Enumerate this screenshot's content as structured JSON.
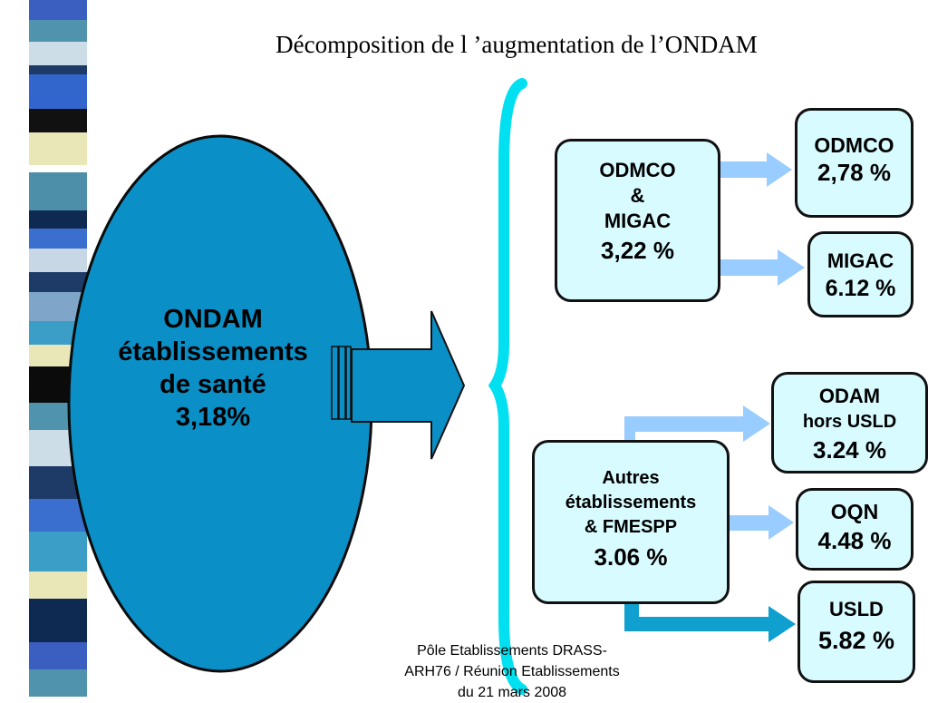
{
  "title": "Décomposition de l ’augmentation de l’ONDAM",
  "main_node": {
    "line1": "ONDAM",
    "line2": "établissements",
    "line3": "de santé",
    "value": "3,18%"
  },
  "odmco_migac": {
    "line1": "ODMCO",
    "line2": "&",
    "line3": "MIGAC",
    "value": "3,22 %"
  },
  "odmco": {
    "label": "ODMCO",
    "value": "2,78 %"
  },
  "migac": {
    "label": "MIGAC",
    "value": "6.12 %"
  },
  "autres": {
    "line1": "Autres",
    "line2": "établissements",
    "line3": "& FMESPP",
    "value": "3.06 %"
  },
  "odam": {
    "line1": "ODAM",
    "line2": "hors  USLD",
    "value": "3.24 %"
  },
  "oqn": {
    "label": "OQN",
    "value": "4.48 %"
  },
  "usld": {
    "label": "USLD",
    "value": "5.82 %"
  },
  "footer": {
    "line1": "Pôle Etablissements DRASS-",
    "line2": "ARH76 / Réunion Etablissements",
    "line3": "du 21 mars 2008"
  },
  "colors": {
    "ellipse": "#0a8fc6",
    "box_fill": "#d8fbff",
    "arrow_light": "#99ccff",
    "arrow_dark": "#0fa0d0",
    "brace": "#00e0f0"
  }
}
